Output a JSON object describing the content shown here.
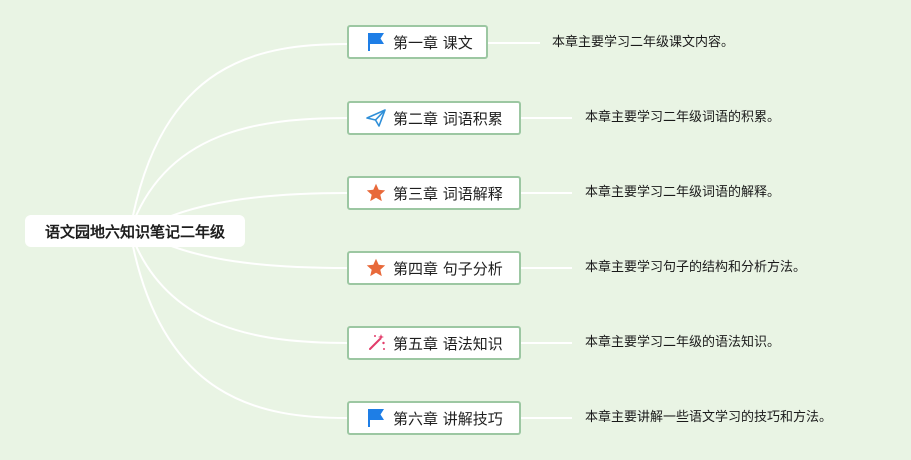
{
  "root": {
    "label": "语文园地六知识笔记二年级"
  },
  "chapters": [
    {
      "label": "第一章 课文",
      "icon": "flag-icon",
      "desc": "本章主要学习二年级课文内容。"
    },
    {
      "label": "第二章 词语积累",
      "icon": "paper-plane-icon",
      "desc": "本章主要学习二年级词语的积累。"
    },
    {
      "label": "第三章 词语解释",
      "icon": "star-icon",
      "desc": "本章主要学习二年级词语的解释。"
    },
    {
      "label": "第四章 句子分析",
      "icon": "star-icon",
      "desc": "本章主要学习句子的结构和分析方法。"
    },
    {
      "label": "第五章 语法知识",
      "icon": "magic-wand-icon",
      "desc": "本章主要学习二年级的语法知识。"
    },
    {
      "label": "第六章 讲解技巧",
      "icon": "flag-icon",
      "desc": "本章主要讲解一些语文学习的技巧和方法。"
    }
  ],
  "colors": {
    "background": "#e9f4e4",
    "connector": "#ffffff",
    "chapter_border": "#9cc7a2",
    "flag": "#1e7ee6",
    "plane": "#2f8fd8",
    "star": "#e8693a",
    "wand": "#e23c6a"
  }
}
